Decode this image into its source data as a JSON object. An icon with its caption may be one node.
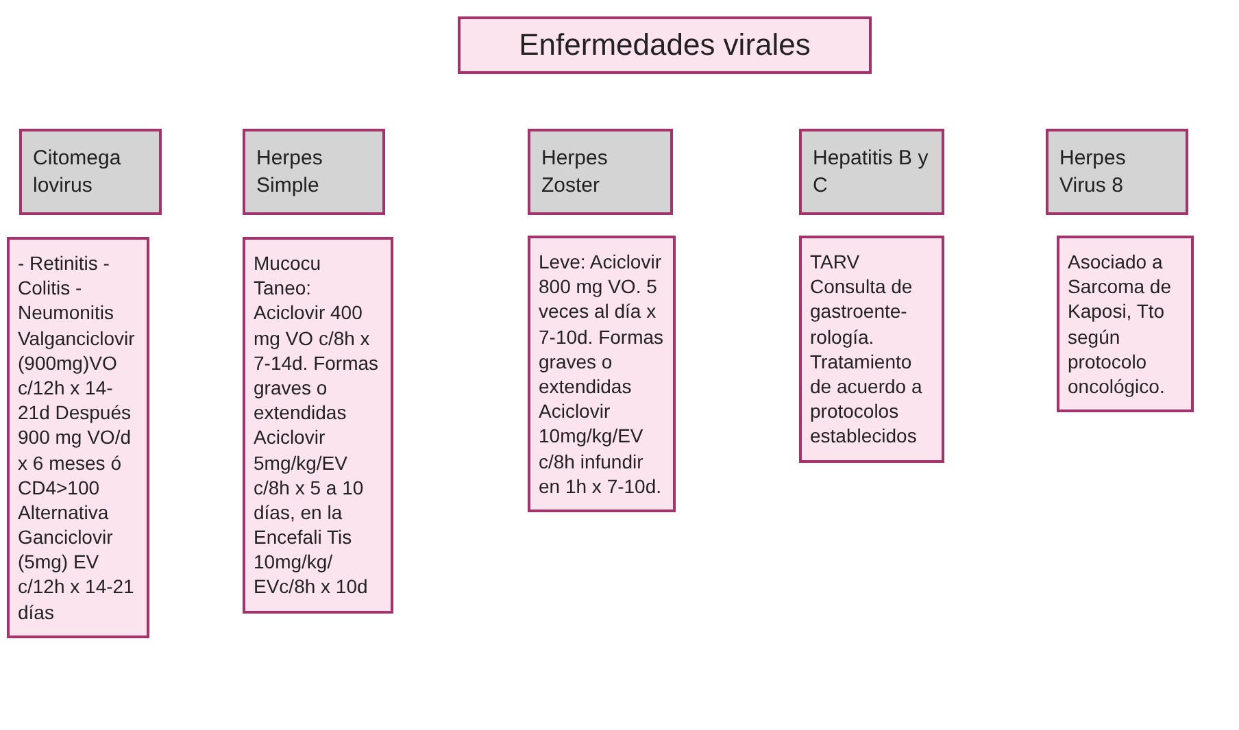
{
  "diagram": {
    "nodes": [
      {
        "text": [
          "Enfermedades virales"
        ]
      },
      {
        "text": [
          "Citomega lovirus"
        ]
      },
      {
        "text": [
          "Herpes Simple"
        ]
      },
      {
        "text": [
          "Herpes Zoster"
        ]
      },
      {
        "text": [
          "Hepatitis B y C"
        ]
      },
      {
        "text": [
          "Herpes Virus 8"
        ]
      },
      {
        "text": [
          "- Retinitis - Colitis - Neumonitis Valganciclovir (900mg)VO c/12h x 14-21d Después 900 mg VO/d x 6 meses ó CD4>100 Alternativa Ganciclovir (5mg) EV c/12h x 14-21 días"
        ]
      },
      {
        "text": [
          "Mucocu Taneo: Aciclovir 400 mg VO c/8h x 7-14d. Formas graves o extendidas Aciclovir 5mg/kg/EV c/8h x 5 a 10 días, en la Encefali Tis 10mg/kg/ EVc/8h x 10d"
        ]
      },
      {
        "text": [
          "Leve: Aciclovir 800 mg VO. 5 veces al día x 7-10d. Formas graves o extendidas Aciclovir 10mg/kg/EV c/8h infundir en 1h x 7-10d."
        ]
      },
      {
        "text": [
          "TARV Consulta de gastroente- rología. Tratamiento de acuerdo a protocolos establecidos"
        ]
      },
      {
        "text": [
          "Asociado a Sarcoma de Kaposi, Tto según protocolo oncológico."
        ]
      }
    ],
    "edges": []
  }
}
